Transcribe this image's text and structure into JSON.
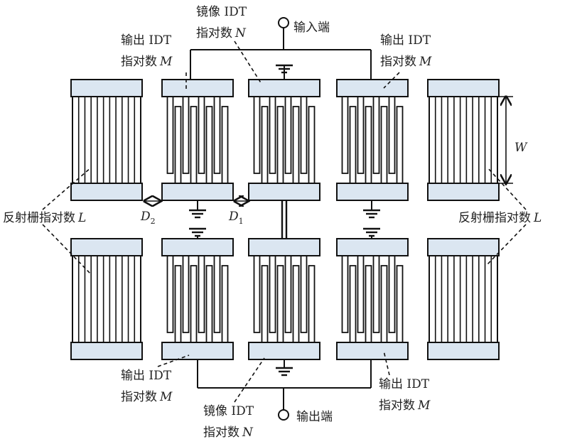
{
  "colors": {
    "pad_fill": "#dbe6f1",
    "stroke": "#111111",
    "background": "#ffffff",
    "leader": "#111111"
  },
  "labels": {
    "input_port": "输入端",
    "output_port": "输出端",
    "mirror_idt_top_line1": "镜像 IDT",
    "mirror_idt_top_line2": "指对数",
    "mirror_idt_top_var": "N",
    "mirror_idt_bottom_line1": "镜像 IDT",
    "mirror_idt_bottom_line2": "指对数",
    "mirror_idt_bottom_var": "N",
    "output_idt_text_line1": "输出 IDT",
    "output_idt_text_line2": "指对数",
    "output_idt_var": "M",
    "reflector_text": "反射栅指对数",
    "reflector_var": "L",
    "aperture_var": "W",
    "gap_d2": "D",
    "gap_d2_sub": "2",
    "gap_d1": "D",
    "gap_d1_sub": "1"
  },
  "icons": [
    "ground-symbol-icon",
    "terminal-circle-icon",
    "double-arrow-icon"
  ]
}
